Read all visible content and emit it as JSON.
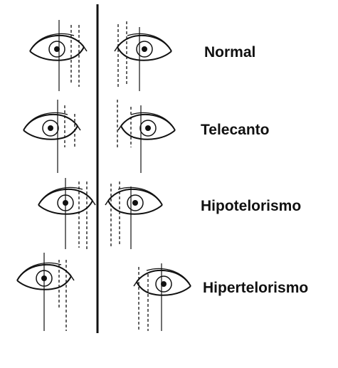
{
  "labels": {
    "normal": "Normal",
    "telecanto": "Telecanto",
    "hipotelorismo": "Hipotelorismo",
    "hipertelorismo": "Hipertelorismo"
  },
  "colors": {
    "ink": "#111111",
    "background": "#ffffff"
  }
}
